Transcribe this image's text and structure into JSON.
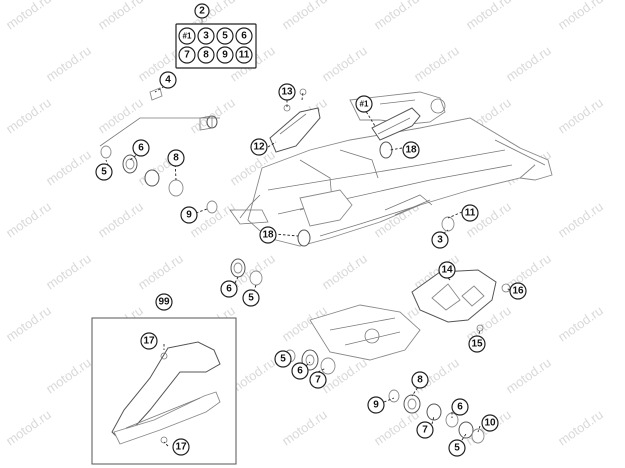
{
  "watermark": "motod.ru",
  "kit_legend": {
    "number": "2",
    "items": [
      "#1",
      "3",
      "5",
      "6",
      "7",
      "8",
      "9",
      "11"
    ]
  },
  "callouts": {
    "c4": "4",
    "c13": "13",
    "c12": "12",
    "c1": "#1",
    "c18a": "18",
    "c6a": "6",
    "c5a": "5",
    "c8a": "8",
    "c9a": "9",
    "c11": "11",
    "c18b": "18",
    "c3": "3",
    "c6b": "6",
    "c5b": "5",
    "c14": "14",
    "c16": "16",
    "c15": "15",
    "c99": "99",
    "c17a": "17",
    "c17b": "17",
    "c5c": "5",
    "c6c": "6",
    "c7a": "7",
    "c8b": "8",
    "c9b": "9",
    "c6d": "6",
    "c10": "10",
    "c7b": "7",
    "c5d": "5"
  }
}
